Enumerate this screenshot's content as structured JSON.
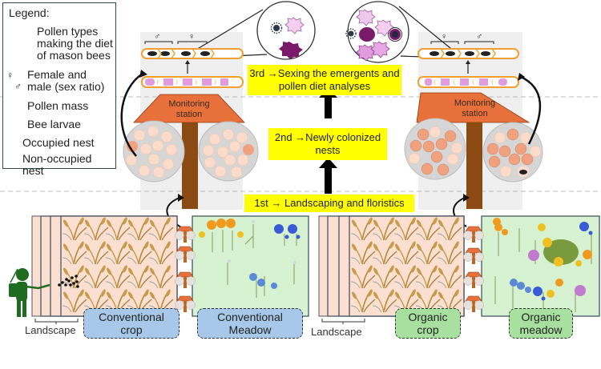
{
  "legend": {
    "title": "Legend:",
    "items": [
      {
        "icon": "pollen-types-icon",
        "label_line1": "Pollen types",
        "label_line2": "making the diet",
        "label_line3": "of mason bees"
      },
      {
        "icon": "sex-symbols-icon",
        "label_line1": "Female and",
        "label_line2": "male (sex ratio)"
      },
      {
        "icon": "pollen-mass-icon",
        "label": "Pollen mass"
      },
      {
        "icon": "bee-larvae-icon",
        "label": "Bee larvae"
      },
      {
        "icon": "occupied-nest-icon",
        "label": "Occupied nest"
      },
      {
        "icon": "non-occupied-nest-icon",
        "label": "Non-occupied nest"
      }
    ]
  },
  "steps": {
    "third_line1": "3rd →Sexing the emergents and",
    "third_line2": "pollen diet analyses",
    "second_line1": "2nd →Newly colonized",
    "second_line2": "nests",
    "first": "1st → Landscaping and floristics"
  },
  "stations": {
    "left": {
      "line1": "Monitoring",
      "line2": "station",
      "tube_sex_labels": [
        "♂",
        "♀"
      ]
    },
    "right": {
      "line1": "Monitoring",
      "line2": "station",
      "tube_sex_labels": [
        "♀",
        "♂"
      ]
    }
  },
  "fields": {
    "conventional_crop": {
      "line1": "Conventional",
      "line2": "crop"
    },
    "conventional_meadow": {
      "line1": "Conventional",
      "line2": "Meadow"
    },
    "organic_crop": {
      "line1": "Organic",
      "line2": "crop"
    },
    "organic_meadow": {
      "line1": "Organic",
      "line2": "meadow"
    },
    "landscape_left": "Landscape",
    "landscape_right": "Landscape"
  },
  "colors": {
    "step_yellow": "#ffff00",
    "station_orange": "#e8703a",
    "pole_brown": "#8b4a12",
    "occupied_nest": "#f0a27e",
    "non_occupied_nest": "#fbdccb",
    "pollen_mass": "#e39be0",
    "larva": "#f2c46e",
    "crop_bg": "#fbe0d2",
    "meadow_bg": "#d6f2d0",
    "conventional_tag": "#a7c8e8",
    "organic_tag": "#a8e0a0",
    "sprayer_green": "#1f6b1f"
  }
}
